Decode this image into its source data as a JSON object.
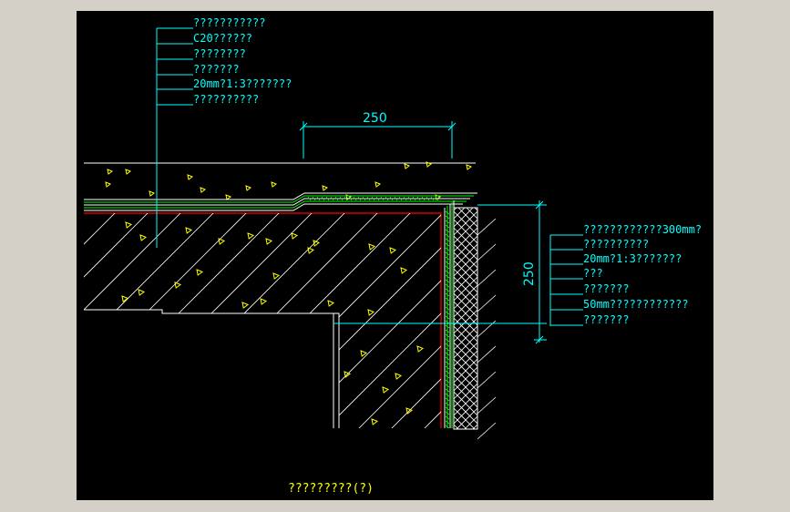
{
  "colors": {
    "background": "#000000",
    "window": "#d4d0c8",
    "leader": "#00ffff",
    "hatch_yellow": "#ffff00",
    "hatch_white": "#ffffff",
    "waterproof_green": "#00ff00",
    "red_line": "#ff0000"
  },
  "top_labels": [
    "???????????",
    "C20??????",
    "????????",
    "???????",
    "20mm?1:3???????",
    "??????????"
  ],
  "right_labels": [
    "????????????300mm?",
    "??????????",
    "20mm?1:3???????",
    "???",
    "???????",
    "50mm????????????",
    "???????"
  ],
  "dimensions": {
    "horizontal": "250",
    "vertical": "250"
  },
  "title": "?????????(?)"
}
